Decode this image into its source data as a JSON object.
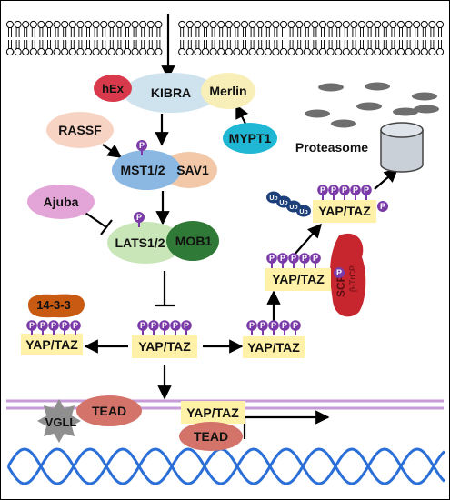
{
  "nodes": {
    "hex": "hEx",
    "kibra": "KIBRA",
    "merlin": "Merlin",
    "mypt1": "MYPT1",
    "rassf": "RASSF",
    "mst12": "MST1/2",
    "sav1": "SAV1",
    "ajuba": "Ajuba",
    "lats12": "LATS1/2",
    "mob1": "MOB1",
    "proteasome": "Proteasome",
    "protein_1433": "14-3-3",
    "yaptaz_left": "YAP/TAZ",
    "yaptaz_center": "YAP/TAZ",
    "yaptaz_right_low": "YAP/TAZ",
    "yaptaz_right_mid": "YAP/TAZ",
    "yaptaz_right_top": "YAP/TAZ",
    "vgll": "VGLL",
    "tead_left": "TEAD",
    "yaptaz_nuclear": "YAP/TAZ",
    "tead_nuclear": "TEAD",
    "scf": "SCF",
    "trcp": "β-TrCP"
  },
  "phospho_label": "P",
  "ub_label": "Ub",
  "colors": {
    "membrane_head": "#ffffff",
    "arrow": "#000000",
    "hex": "#d93a4b",
    "kibra": "#cfe3ee",
    "merlin": "#f8efb8",
    "mypt1": "#1fb7d4",
    "rassf": "#f7d3c4",
    "mst12": "#8ab8e3",
    "sav1": "#f2c8a8",
    "ajuba": "#e3a5d8",
    "lats12": "#c9e6b8",
    "mob1": "#2f7a36",
    "yap_box": "#fff2a8",
    "phospho": "#7a3aa8",
    "ub": "#1d3f7a",
    "protein_1433": "#c85a12",
    "vgll": "#8f8f8f",
    "tead": "#d4736a",
    "scf": "#c8262e",
    "dna": "#2a6fd8",
    "nuclear_membrane": "#c79ad8",
    "proteasome_body": "#c9d0d8",
    "debris": "#6e6e6e"
  }
}
